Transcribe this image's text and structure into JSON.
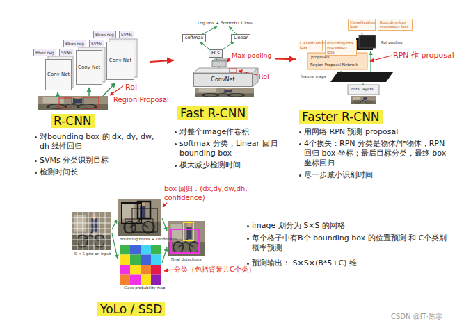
{
  "diagram": {
    "nodes": [
      {
        "text": [
          "R-CNN"
        ]
      },
      {
        "text": [
          "Conv Net"
        ],
        "in": 0
      },
      {
        "text": [
          "Conv Net"
        ],
        "in": 0
      },
      {
        "text": [
          "Conv Net"
        ],
        "in": 0
      },
      {
        "text": [
          "Bbox reg"
        ],
        "in": 0
      },
      {
        "text": [
          "SVMs"
        ],
        "in": 0
      },
      {
        "text": [
          "Bbox reg"
        ],
        "in": 0
      },
      {
        "text": [
          "SVMs"
        ],
        "in": 0
      },
      {
        "text": [
          "Bbox reg"
        ],
        "in": 0
      },
      {
        "text": [
          "SVMs"
        ],
        "in": 0
      },
      {
        "text": [
          "Fast R-CNN"
        ]
      },
      {
        "text": [
          "Log loss + Smooth L1 loss"
        ],
        "in": 10
      },
      {
        "text": [
          "softmax"
        ],
        "in": 10
      },
      {
        "text": [
          "Linear"
        ],
        "in": 10
      },
      {
        "text": [
          "FCs"
        ],
        "in": 10
      },
      {
        "text": [
          "ConvNet"
        ],
        "in": 10
      },
      {
        "text": [
          "Faster R-CNN"
        ]
      },
      {
        "text": [
          "Classification loss"
        ],
        "in": 16
      },
      {
        "text": [
          "Bounding-box regression loss"
        ],
        "in": 16
      },
      {
        "text": [
          "Classification loss"
        ],
        "in": 16
      },
      {
        "text": [
          "Bounding-box regression loss"
        ],
        "in": 16
      },
      {
        "text": [
          "YoLo / SSD"
        ]
      }
    ],
    "edges": [
      {
        "from": 0,
        "to": 10,
        "arrow": "to"
      },
      {
        "from": 10,
        "to": 16,
        "arrow": "to"
      },
      {
        "from": 14,
        "to": 12,
        "arrow": "to"
      },
      {
        "from": 14,
        "to": 13,
        "arrow": "to"
      },
      {
        "from": 12,
        "to": 11,
        "arrow": "to"
      },
      {
        "from": 13,
        "to": 11,
        "arrow": "to"
      }
    ],
    "labels": [
      "RoI",
      "Region Proposal",
      "对bounding box 的 dx, dy, dw, dh 线性回归",
      "SVMs 分类识别目标",
      "检测时间长",
      "Max pooling",
      "RoI",
      "对整个image作卷积",
      "softmax 分类，Linear 回归 bounding box",
      "极大减少检测时间",
      "RPN 作 proposal",
      "RoI pooling",
      "proposals",
      "Region Proposal Network",
      "feature maps",
      "conv layers",
      "用网络 RPN 预测 proposal",
      "4个损失：RPN 分类是物体/非物体，RPN 回归 box 坐标；最后目标分类，最终 box 坐标回归",
      "尽一步减小识别时间",
      "box 回归：(dx,dy,dw,dh, confidence)",
      "S × S grid on input",
      "Bounding boxes + confidence",
      "Class probability map",
      "Final detections",
      "分类（包括背景共C个类）",
      "image 划分为 S×S 的网格",
      "每个格子中有B个 bounding box 的位置预测 和 C个类别概率预测",
      "预测输出： S×S×(B*5+C) 维",
      "CSDN @IT·陈寒"
    ]
  }
}
